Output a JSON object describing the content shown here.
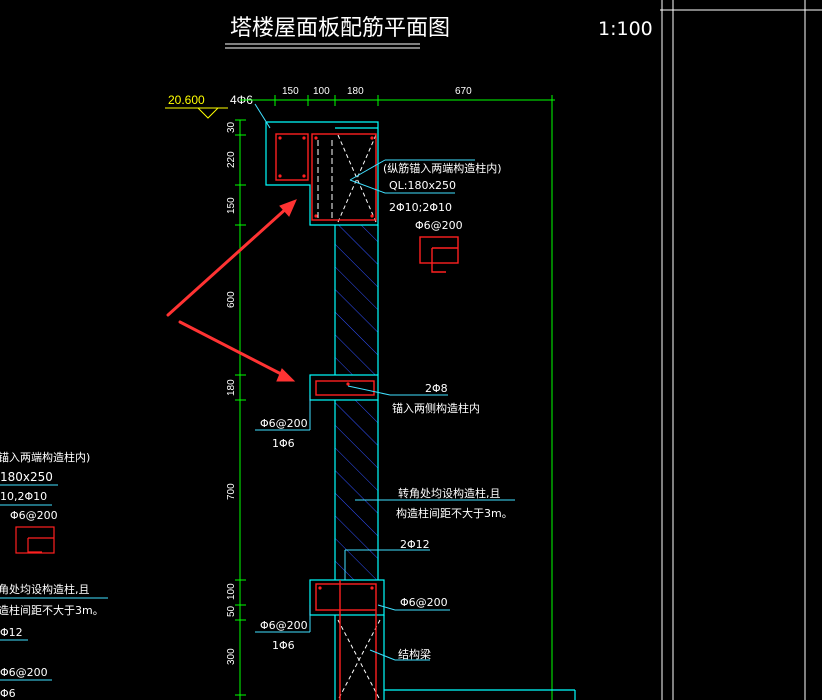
{
  "drawing": {
    "title": "塔楼屋面板配筋平面图",
    "scale": "1:100"
  },
  "elevation": {
    "level": "20.600",
    "bar_label": "4Φ6"
  },
  "dimensions_top": [
    "150",
    "100",
    "180",
    "670"
  ],
  "dimensions_left": [
    "30",
    "220",
    "150",
    "600",
    "180",
    "700",
    "100",
    "50",
    "300"
  ],
  "annotations": {
    "note_anchor": "(纵筋锚入两端构造柱内)",
    "beam_size": "QL:180x250",
    "beam_bars": "2Φ10;2Φ10",
    "beam_stirrup": "Φ6@200",
    "mid_bars": "2Φ8",
    "mid_anchor": "锚入两侧构造柱内",
    "mid_stirrup": "Φ6@200",
    "mid_single": "1Φ6",
    "corner_note_1": "转角处均设构造柱,且",
    "corner_note_2": "构造柱间距不大于3m。",
    "lower_bars": "2Φ12",
    "lower_stirrup_right": "Φ6@200",
    "lower_stirrup_left": "Φ6@200",
    "lower_single": "1Φ6",
    "structure_beam": "结构梁"
  },
  "left_partial": {
    "line1": "锚入两端构造柱内)",
    "line2": "180x250",
    "line3": "10,2Φ10",
    "line4": "Φ6@200",
    "line5": "角处均设构造柱,且",
    "line6": "造柱间距不大于3m。",
    "line7": "Φ12",
    "line8": "Φ6@200",
    "line9": "Φ6"
  },
  "colors": {
    "background": "#000000",
    "outline": "#00ffff",
    "rebar": "#ff2020",
    "dimension": "#00ff00",
    "hatch": "#3050ff",
    "text": "#ffffff",
    "leader": "#40e0ff",
    "elevation": "#ffff00",
    "arrow": "#ff3333",
    "border": "#ffffff"
  }
}
